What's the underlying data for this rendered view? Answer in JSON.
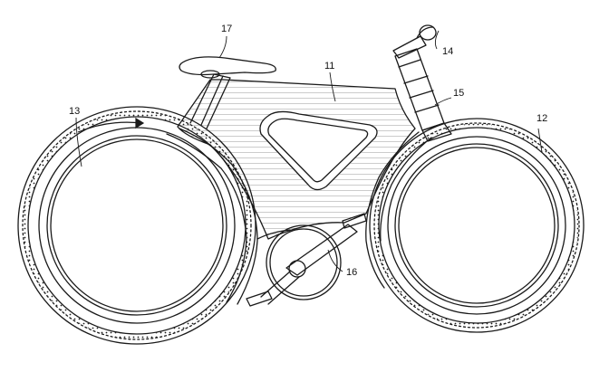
{
  "drawing": {
    "line_color": "#1a1a1a",
    "background": "#ffffff",
    "subject": "bicycle-patent-drawing"
  },
  "labels": {
    "frame": "11",
    "front_wheel": "12",
    "rear_wheel": "13",
    "handlebar": "14",
    "fork_head": "15",
    "crank": "16",
    "seat": "17"
  }
}
